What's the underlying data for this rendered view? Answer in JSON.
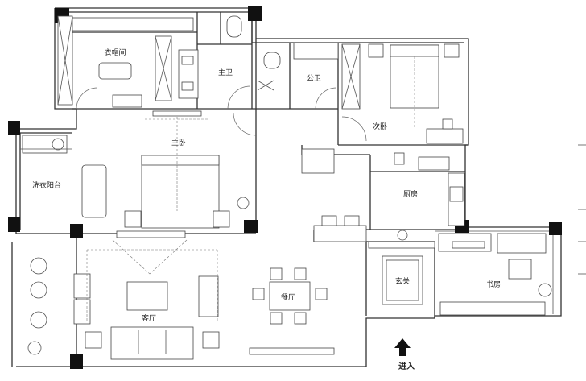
{
  "rooms": {
    "closet": "衣帽间",
    "master_bath": "主卫",
    "public_bath": "公卫",
    "second_bedroom": "次卧",
    "master_bedroom": "主卧",
    "laundry_balcony": "洗衣阳台",
    "kitchen": "厨房",
    "foyer": "玄关",
    "study": "书房",
    "living_room": "客厅",
    "dining_room": "餐厅"
  },
  "entrance": {
    "label": "进入"
  },
  "colors": {
    "wall": "#333333",
    "column": "#111111",
    "furniture_fill": "#ffffff"
  },
  "icons": [
    "entry-arrow-icon",
    "plant-icon",
    "stove-icon",
    "sink-icon",
    "toilet-icon",
    "shower-icon"
  ]
}
